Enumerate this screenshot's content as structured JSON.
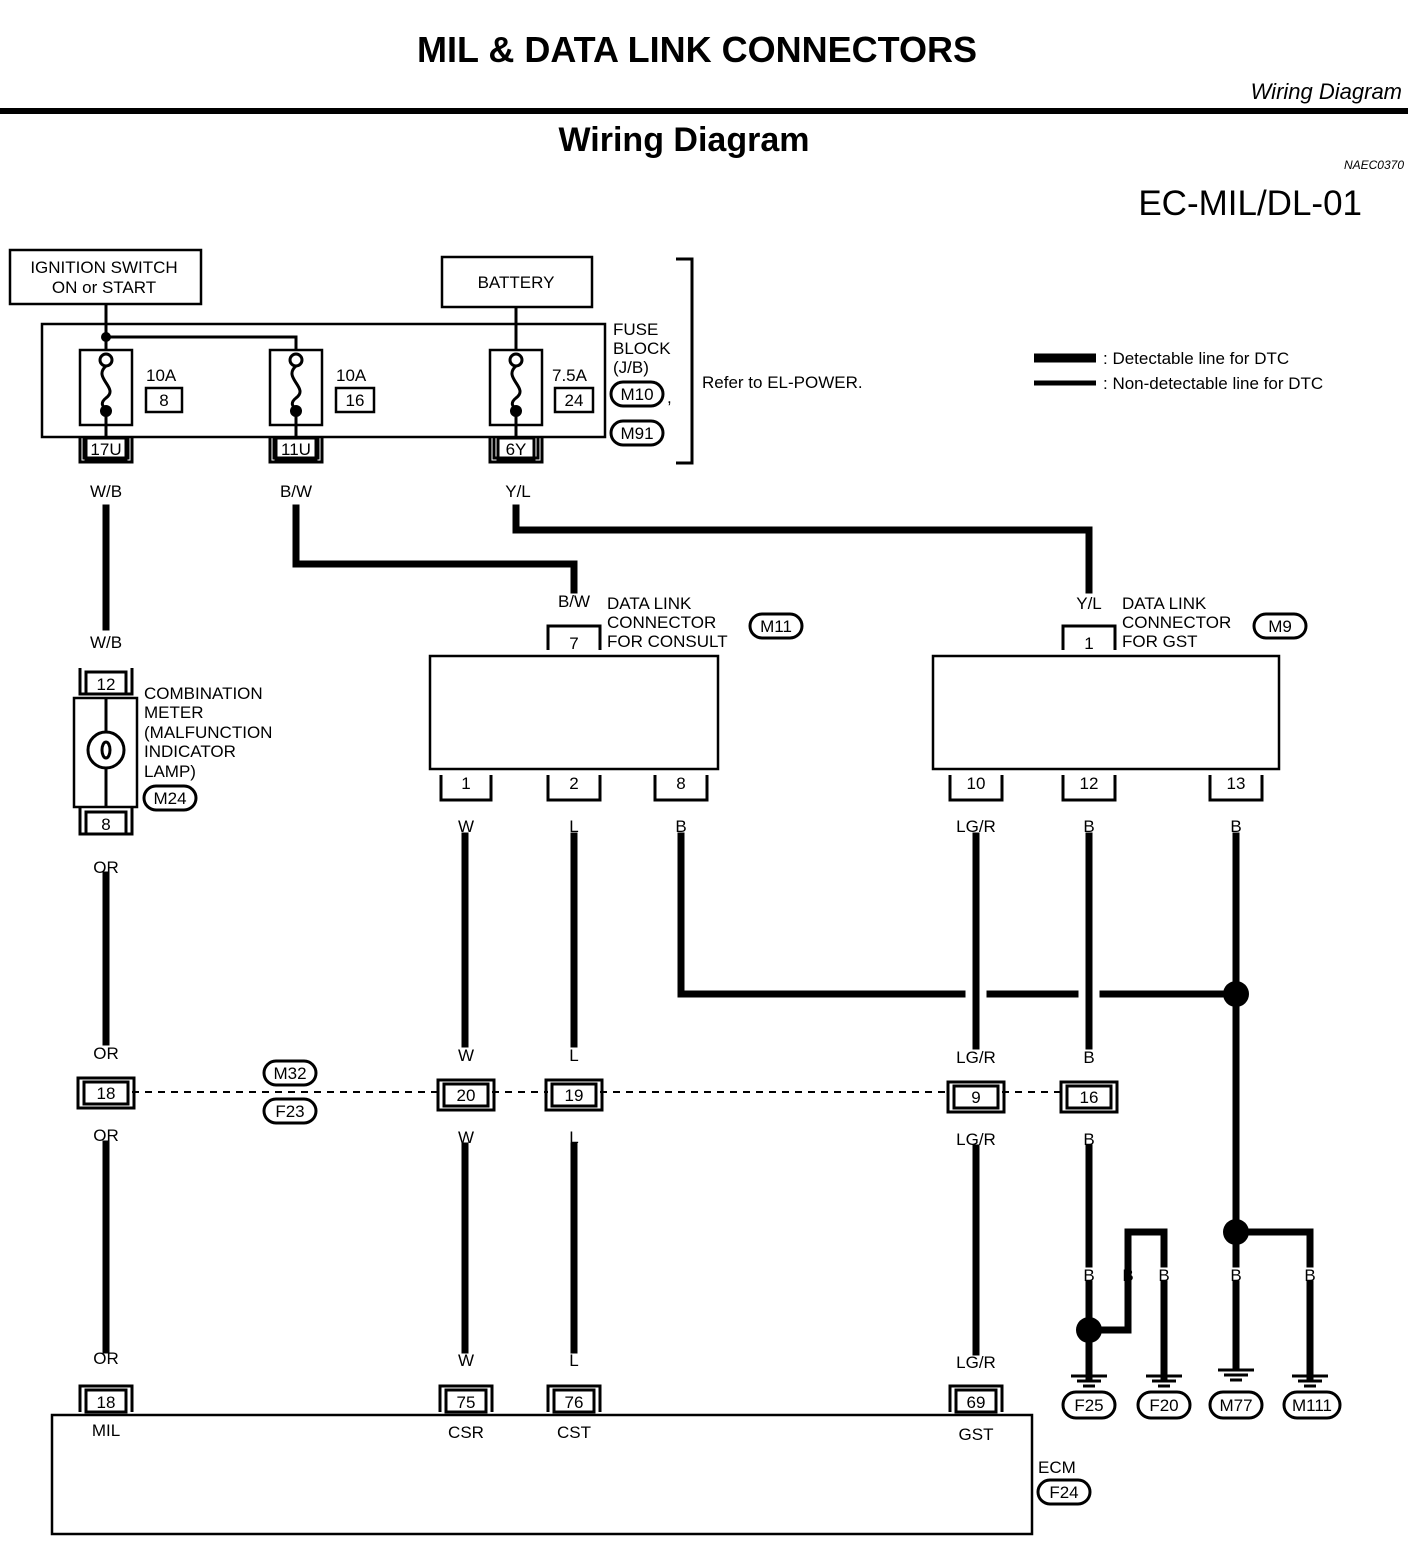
{
  "page_title": "MIL & DATA LINK CONNECTORS",
  "section_tag": "Wiring Diagram",
  "diagram_heading": "Wiring Diagram",
  "ref_code": "NAEC0370",
  "diagram_id": "EC-MIL/DL-01",
  "legend": {
    "detectable": ": Detectable line for DTC",
    "non_detectable": ": Non-detectable line for DTC"
  },
  "power": {
    "ignition": [
      "IGNITION SWITCH",
      "ON or START"
    ],
    "battery": "BATTERY"
  },
  "fuse_block": {
    "label": [
      "FUSE",
      "BLOCK",
      "(J/B)"
    ],
    "connectors": [
      "M10",
      "M91"
    ],
    "comma": ",",
    "refer": "Refer to EL-POWER.",
    "fuses": [
      {
        "amps": "10A",
        "num": "8",
        "pin": "17U",
        "wire": "W/B"
      },
      {
        "amps": "10A",
        "num": "16",
        "pin": "11U",
        "wire": "B/W"
      },
      {
        "amps": "7.5A",
        "num": "24",
        "pin": "6Y",
        "wire": "Y/L"
      }
    ]
  },
  "combination_meter": {
    "label": [
      "COMBINATION",
      "METER",
      "(MALFUNCTION",
      "INDICATOR",
      "LAMP)"
    ],
    "connector": "M24",
    "pin_in": "12",
    "pin_out": "8",
    "wire_in": "W/B",
    "wire_out": "OR"
  },
  "dlc_consult": {
    "label": [
      "DATA LINK",
      "CONNECTOR",
      "FOR CONSULT"
    ],
    "connector": "M11",
    "wire_in": "B/W",
    "pin_in": "7",
    "pins": [
      {
        "pin": "1",
        "wire": "W"
      },
      {
        "pin": "2",
        "wire": "L"
      },
      {
        "pin": "8",
        "wire": "B"
      }
    ]
  },
  "dlc_gst": {
    "label": [
      "DATA LINK",
      "CONNECTOR",
      "FOR GST"
    ],
    "connector": "M9",
    "wire_in": "Y/L",
    "pin_in": "1",
    "pins": [
      {
        "pin": "10",
        "wire": "LG/R"
      },
      {
        "pin": "12",
        "wire": "B"
      },
      {
        "pin": "13",
        "wire": "B"
      }
    ]
  },
  "joint_connector": {
    "connectors": [
      "M32",
      "F23"
    ],
    "pins": [
      {
        "pin": "18",
        "wire_top": "OR",
        "wire_bottom": "OR"
      },
      {
        "pin": "20",
        "wire_top": "W",
        "wire_bottom": "W"
      },
      {
        "pin": "19",
        "wire_top": "L",
        "wire_bottom": "L"
      },
      {
        "pin": "9",
        "wire_top": "LG/R",
        "wire_bottom": "LG/R"
      },
      {
        "pin": "16",
        "wire_top": "B",
        "wire_bottom": "B"
      }
    ]
  },
  "grounds": {
    "wires": [
      "B",
      "B",
      "B",
      "B",
      "B"
    ],
    "connectors": [
      "F25",
      "F20",
      "M77",
      "M111"
    ]
  },
  "ecm": {
    "label": "ECM",
    "connector": "F24",
    "pins": [
      {
        "pin": "18",
        "wire": "OR",
        "name": "MIL"
      },
      {
        "pin": "75",
        "wire": "W",
        "name": "CSR"
      },
      {
        "pin": "76",
        "wire": "L",
        "name": "CST"
      },
      {
        "pin": "69",
        "wire": "LG/R",
        "name": "GST"
      }
    ]
  }
}
